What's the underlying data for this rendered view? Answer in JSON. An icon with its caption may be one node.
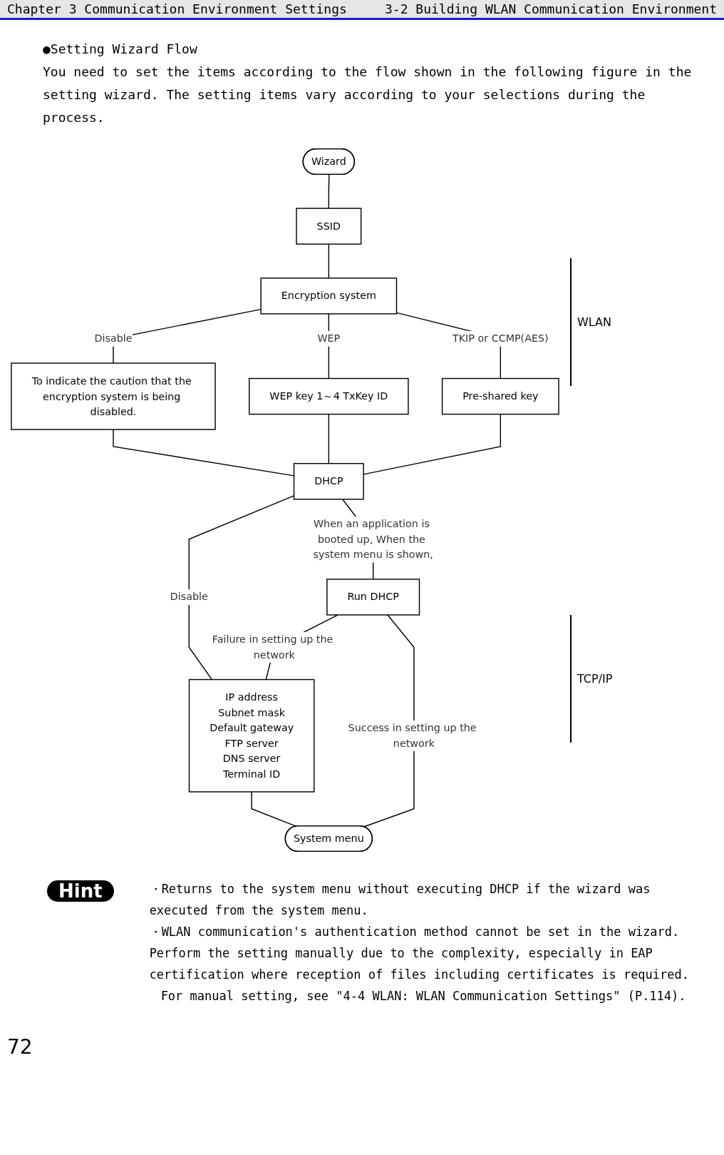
{
  "diagram": {
    "title": "●Setting Wizard Flow",
    "nodes": [
      {
        "text": [
          "Wizard"
        ]
      },
      {
        "text": [
          "SSID"
        ]
      },
      {
        "text": [
          "Encryption system"
        ]
      },
      {
        "text": [
          "To indicate the caution that the encryption system is being disabled."
        ]
      },
      {
        "text": [
          "WEP key 1～4 TxKey ID"
        ]
      },
      {
        "text": [
          "Pre-shared key"
        ]
      },
      {
        "text": [
          "DHCP"
        ]
      },
      {
        "text": [
          "Run DHCP"
        ]
      },
      {
        "text": [
          "IP address",
          "Subnet mask",
          "Default gateway",
          "FTP server",
          "DNS server",
          "Terminal ID"
        ]
      },
      {
        "text": [
          "System menu"
        ]
      }
    ],
    "edges": [
      {
        "from": 0,
        "to": 1,
        "arrow": "none"
      },
      {
        "from": 1,
        "to": 2,
        "arrow": "none"
      },
      {
        "from": 2,
        "to": 3,
        "arrow": "none",
        "label": "Disable"
      },
      {
        "from": 2,
        "to": 4,
        "arrow": "none",
        "label": "WEP"
      },
      {
        "from": 2,
        "to": 5,
        "arrow": "none",
        "label": "TKIP or CCMP(AES)"
      },
      {
        "from": 3,
        "to": 6,
        "arrow": "none"
      },
      {
        "from": 4,
        "to": 6,
        "arrow": "none"
      },
      {
        "from": 5,
        "to": 6,
        "arrow": "none"
      },
      {
        "from": 6,
        "to": 8,
        "arrow": "none",
        "label": "Disable"
      },
      {
        "from": 6,
        "to": 7,
        "arrow": "none",
        "label": "When an application is booted up, When the system menu is shown,"
      },
      {
        "from": 7,
        "to": 8,
        "arrow": "none",
        "label": "Failure in setting up the network"
      },
      {
        "from": 7,
        "to": 9,
        "arrow": "none",
        "label": "Success in setting up the network"
      },
      {
        "from": 8,
        "to": 9,
        "arrow": "none"
      }
    ],
    "labels": [
      "Chapter 3 Communication Environment Settings",
      "3-2 Building WLAN Communication Environment",
      "You need to set the items according to the flow shown in the following figure in the setting wizard. The setting items vary according to your selections during the process.",
      "WLAN",
      "TCP/IP",
      "Hint",
      "・Returns to the system menu without executing DHCP if the wizard was executed from the system menu.",
      "・WLAN communication's authentication method cannot be set in the wizard. Perform the setting manually due to the complexity, especially in EAP certification where reception of files including certificates is required.",
      "For manual setting, see \"4-4 WLAN: WLAN Communication Settings\" (P.114).",
      "72"
    ]
  }
}
